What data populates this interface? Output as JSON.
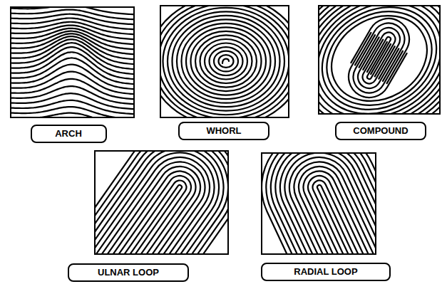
{
  "diagram": {
    "nodes": [
      {
        "text": [
          "ARCH"
        ]
      },
      {
        "text": [
          "WHORL"
        ]
      },
      {
        "text": [
          "COMPOUND"
        ]
      },
      {
        "text": [
          "ULNAR LOOP"
        ]
      },
      {
        "text": [
          "RADIAL LOOP"
        ]
      }
    ]
  }
}
